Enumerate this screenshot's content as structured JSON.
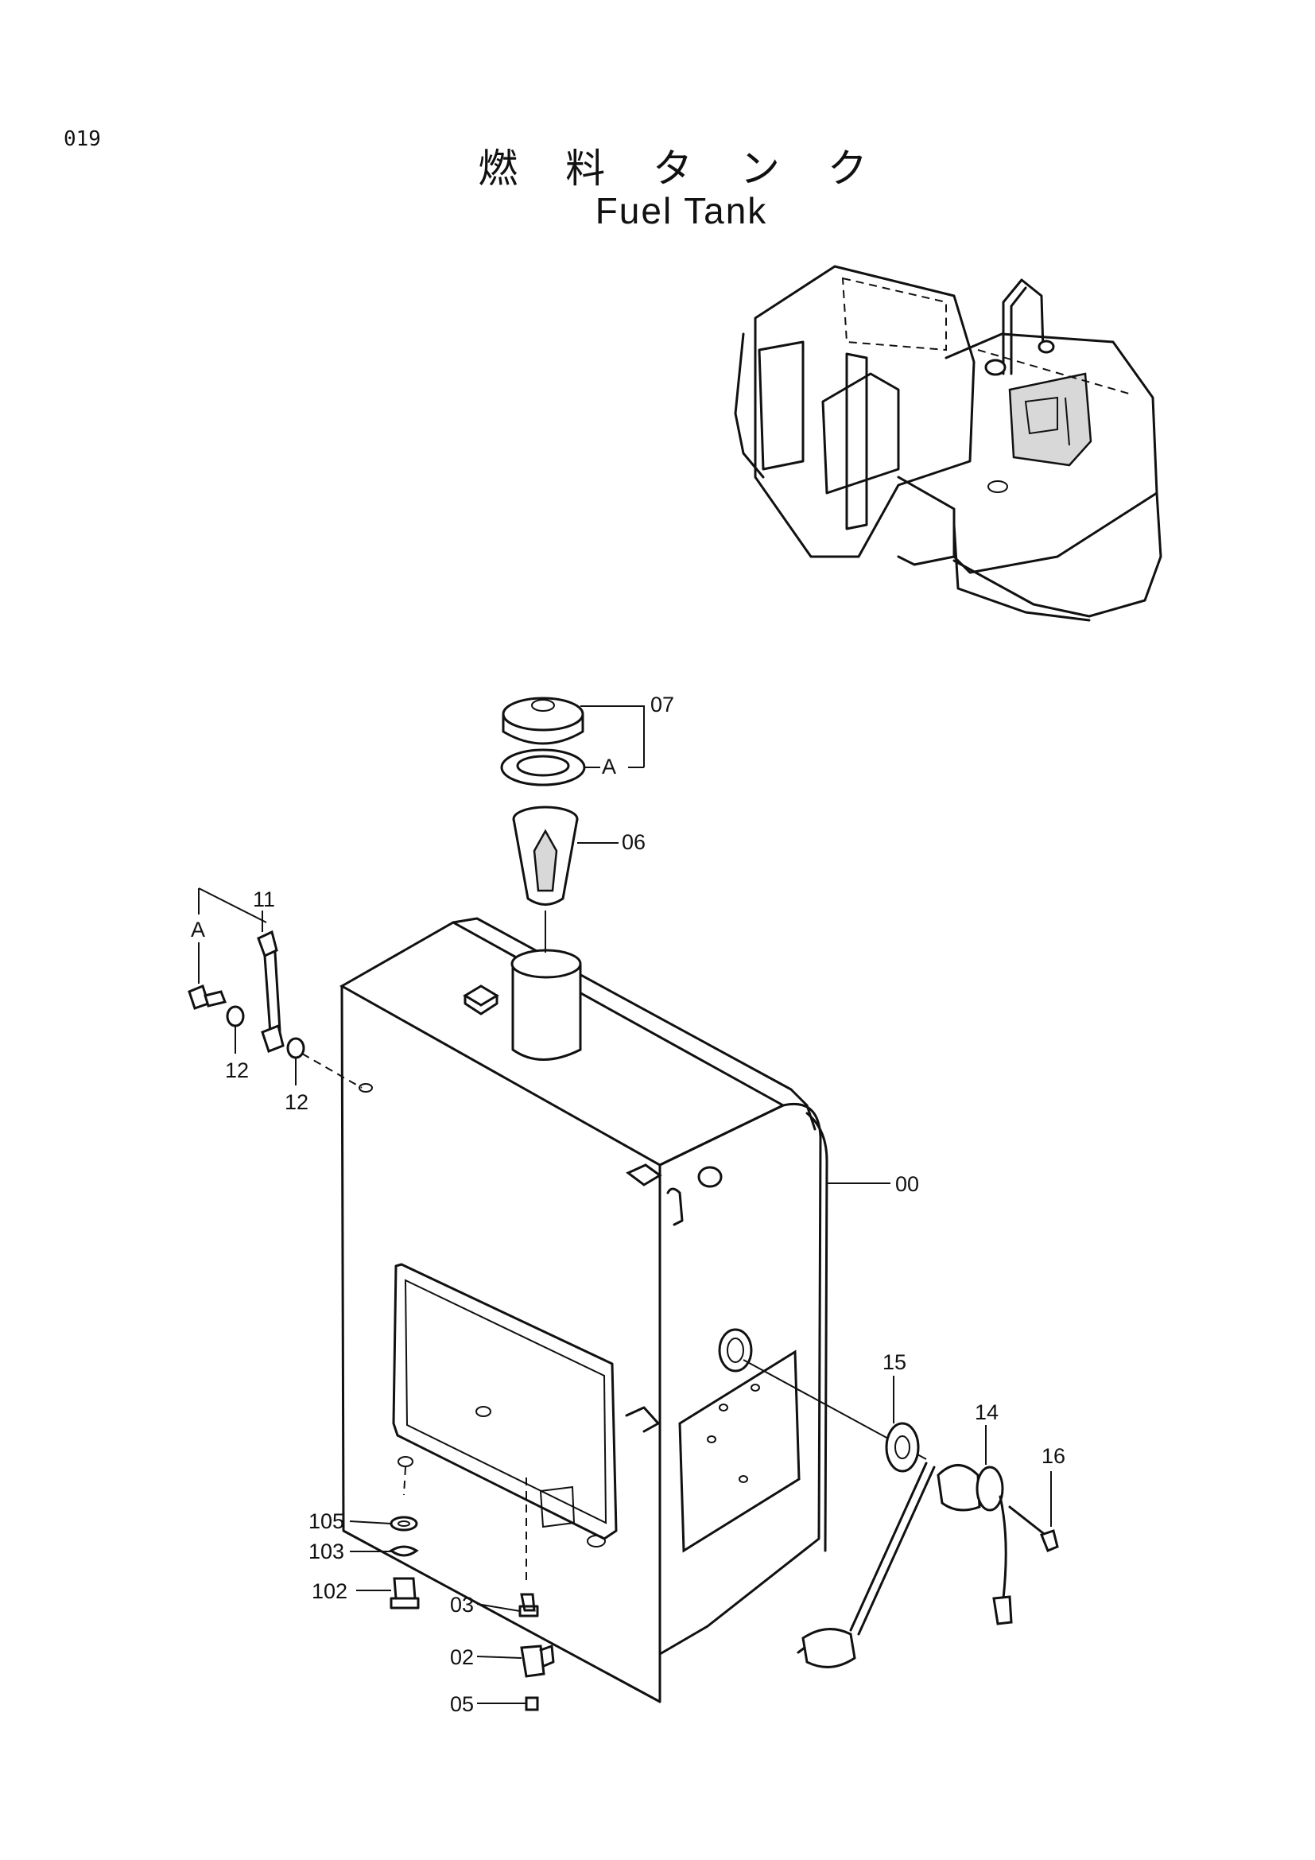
{
  "page_number": "019",
  "title_jp": "燃 料 タ ン ク",
  "title_en": "Fuel Tank",
  "callouts": {
    "c00": "00",
    "c02": "02",
    "c03": "03",
    "c05": "05",
    "c06": "06",
    "c07": "07",
    "c11": "11",
    "c12a": "12",
    "c12b": "12",
    "c14": "14",
    "c15": "15",
    "c16": "16",
    "c102": "102",
    "c103": "103",
    "c105": "105",
    "refA1": "A",
    "refA2": "A"
  }
}
